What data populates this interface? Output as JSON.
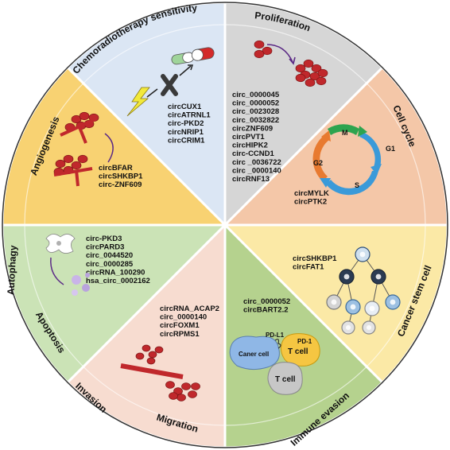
{
  "colors": {
    "chemoradiotherapy": "#dbe6f4",
    "proliferation": "#d6d6d6",
    "cell_cycle": "#f4c7a8",
    "cancer_stem_cell": "#fbe9a6",
    "immune_evasion": "#b5d28e",
    "migration_invasion": "#f7dcd0",
    "apoptosis_autophagy": "#cbe3b6",
    "angiogenesis": "#f8d272",
    "ring": "#ffffff",
    "outline": "#333333",
    "cell_red": "#c0282c"
  },
  "sectors": {
    "chemoradiotherapy": {
      "title": "Chemoradiotherapy sensitivity",
      "items": [
        "circCUX1",
        "circATRNL1",
        "circ-PKD2",
        "circNRIP1",
        "circCRIM1"
      ],
      "icons": [
        "pill-icon",
        "lightning-icon",
        "cross-icon"
      ]
    },
    "proliferation": {
      "title": "Proliferation",
      "items": [
        "circ_0000045",
        "circ_0000052",
        "circ_0023028",
        "circ_0032822",
        "circZNF609",
        "circPVT1",
        "circHIPK2",
        "circ-CCND1",
        "circ _0036722",
        "circ _0000140",
        "circRNF13"
      ]
    },
    "cell_cycle": {
      "title": "Cell cycle",
      "items": [
        "circMYLK",
        "circPTK2"
      ],
      "phases": [
        "M",
        "G1",
        "S",
        "G2"
      ]
    },
    "cancer_stem_cell": {
      "title": "Cancer stem cell",
      "items": [
        "circSHKBP1",
        "circFAT1"
      ]
    },
    "immune_evasion": {
      "title": "Immune evasion",
      "items": [
        "circ_0000052",
        "circBART2.2"
      ],
      "labels": {
        "pdl1": "PD-L1",
        "pd1": "PD-1",
        "caner_cell": "Caner cell",
        "tcell_1": "T cell",
        "tcell_2": "T cell"
      }
    },
    "migration_invasion": {
      "title_1": "Migration",
      "title_2": "Invasion",
      "items": [
        "circRNA_ACAP2",
        "circ_0000140",
        "circFOXM1",
        "circRPMS1"
      ]
    },
    "apoptosis_autophagy": {
      "title_1": "Autophagy",
      "title_2": "Apoptosis",
      "items": [
        "circ-PKD3",
        "circPARD3",
        "circ_0044520",
        "circ_0000285",
        "circRNA_100290",
        "hsa_circ_0002162"
      ]
    },
    "angiogenesis": {
      "title": "Angiogenesis",
      "items": [
        "circBFAR",
        "circSHKBP1",
        "circ-ZNF609"
      ]
    }
  }
}
